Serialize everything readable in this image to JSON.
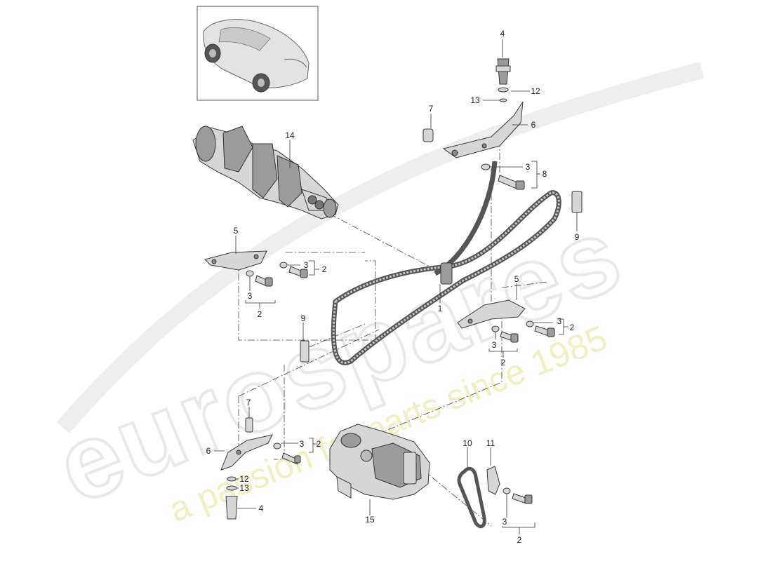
{
  "watermark": {
    "brand": "eurospares",
    "tagline": "a passion for parts since 1985"
  },
  "callouts": {
    "n1": "1",
    "n2": "2",
    "n3": "3",
    "n4": "4",
    "n5": "5",
    "n6": "6",
    "n7": "7",
    "n8": "8",
    "n9": "9",
    "n10": "10",
    "n11": "11",
    "n12": "12",
    "n13": "13",
    "n14": "14",
    "n15": "15"
  },
  "icons": [
    "car-thumbnail",
    "crankshaft",
    "timing-chain",
    "chain-guide",
    "tensioner",
    "oil-pump",
    "bolt",
    "washer"
  ]
}
